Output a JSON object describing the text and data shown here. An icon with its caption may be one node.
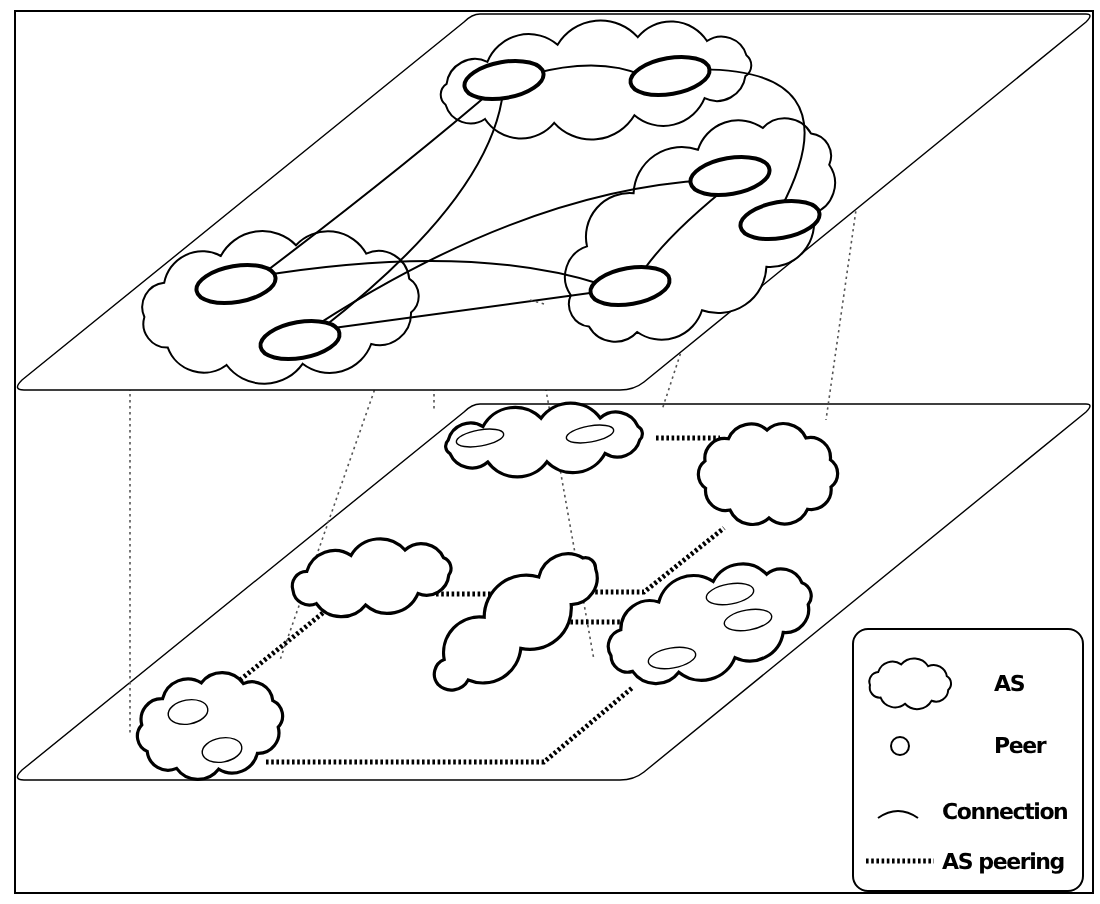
{
  "diagram": {
    "legend": [
      {
        "text": "AS"
      },
      {
        "text": "Peer"
      },
      {
        "text": "Connection"
      },
      {
        "text": "AS peering"
      }
    ]
  }
}
